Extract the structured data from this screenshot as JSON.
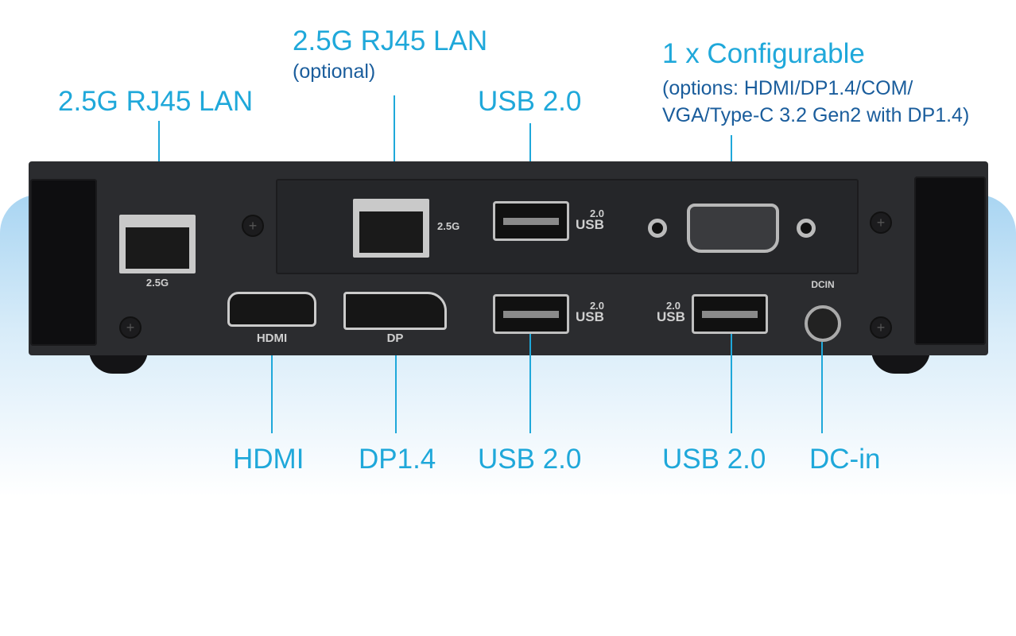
{
  "callouts_top": {
    "lan_onboard": "2.5G RJ45 LAN",
    "lan_optional": "2.5G RJ45 LAN",
    "lan_optional_note": "(optional)",
    "usb_top": "USB 2.0",
    "configurable": "1 x Configurable",
    "configurable_options_line1": "(options: HDMI/DP1.4/COM/",
    "configurable_options_line2": "VGA/Type-C 3.2 Gen2 with DP1.4)"
  },
  "callouts_bottom": {
    "hdmi": "HDMI",
    "dp": "DP1.4",
    "usb_1": "USB 2.0",
    "usb_2": "USB 2.0",
    "dc": "DC-in"
  },
  "port_prints": {
    "lan1": "2.5G",
    "lan2": "2.5G",
    "usb_ver": "2.0",
    "usb": "USB",
    "hdmi": "HDMI",
    "dp": "DP",
    "dcin": "DCIN"
  },
  "colors": {
    "callout": "#1fa8da",
    "note": "#1a5d9c",
    "chassis": "#2b2c2f"
  }
}
